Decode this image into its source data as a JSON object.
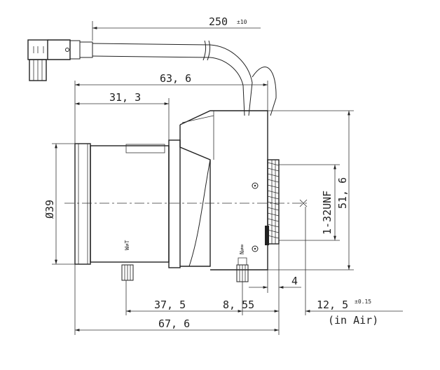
{
  "dimensions": {
    "cable_length": "250",
    "cable_tolerance": "±10",
    "overall_to_flange": "63, 6",
    "front_barrel": "31, 3",
    "diameter": "Ø39",
    "height": "51, 6",
    "thread": "1-32UNF",
    "flange_step": "4",
    "front_to_mount": "37, 5",
    "mount_depth": "8, 55",
    "back_focus": "12, 5",
    "back_focus_tolerance": "±0.15",
    "back_focus_note": "(in Air)",
    "overall_length": "67, 6"
  },
  "ring_labels": {
    "wide_tele": "W⇄T",
    "near_far": "N⇄∞"
  }
}
